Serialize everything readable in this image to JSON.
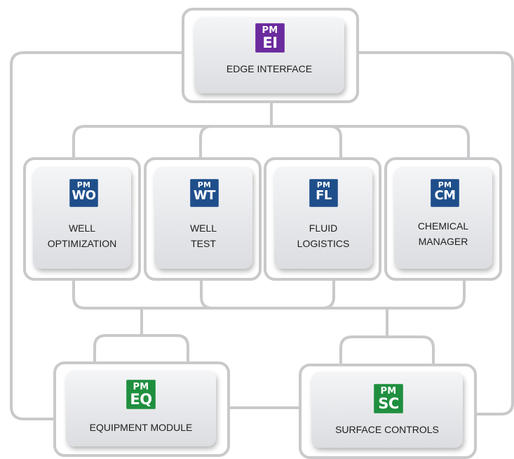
{
  "modules": {
    "edge_interface": {
      "prefix": "PM",
      "code": "EI",
      "lines": [
        "EDGE INTERFACE"
      ],
      "color": "#6b2a9e"
    },
    "well_optimization": {
      "prefix": "PM",
      "code": "WO",
      "lines": [
        "WELL",
        "OPTIMIZATION"
      ],
      "color": "#1f4f8b"
    },
    "well_test": {
      "prefix": "PM",
      "code": "WT",
      "lines": [
        "WELL",
        "TEST"
      ],
      "color": "#1f4f8b"
    },
    "fluid_logistics": {
      "prefix": "PM",
      "code": "FL",
      "lines": [
        "FLUID",
        "LOGISTICS"
      ],
      "color": "#1f4f8b"
    },
    "chemical_manager": {
      "prefix": "PM",
      "code": "CM",
      "lines": [
        "CHEMICAL",
        "MANAGER"
      ],
      "color": "#1f4f8b"
    },
    "equipment_module": {
      "prefix": "PM",
      "code": "EQ",
      "lines": [
        "EQUIPMENT MODULE"
      ],
      "color": "#1f8f3f"
    },
    "surface_controls": {
      "prefix": "PM",
      "code": "SC",
      "lines": [
        "SURFACE CONTROLS"
      ],
      "color": "#1f8f3f"
    }
  },
  "connector_color": "#c9c9cb"
}
